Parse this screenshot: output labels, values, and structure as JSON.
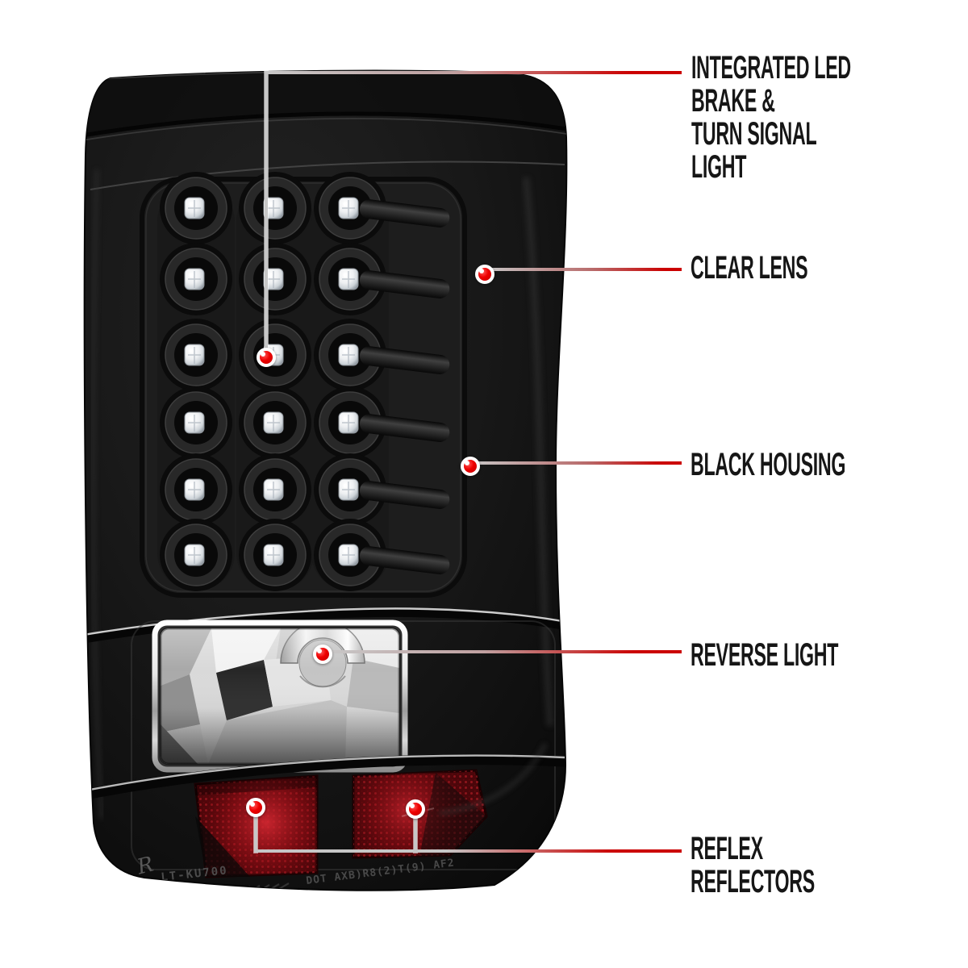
{
  "background": "#ffffff",
  "callouts": [
    {
      "id": "integrated-led",
      "label": "INTEGRATED LED BRAKE &\nTURN SIGNAL LIGHT"
    },
    {
      "id": "clear-lens",
      "label": "CLEAR LENS"
    },
    {
      "id": "black-housing",
      "label": "BLACK HOUSING"
    },
    {
      "id": "reverse-light",
      "label": "REVERSE LIGHT"
    },
    {
      "id": "reflex-reflectors",
      "label": "REFLEX REFLECTORS"
    }
  ],
  "colors": {
    "label_text": "#161616",
    "callout_line_red": "#cb0000",
    "callout_line_gray": "#c7c7c7",
    "callout_dot_red": "#ee0000",
    "housing_black": "#151515",
    "reflector_red": "#a01018",
    "chrome_silver": "#d8d8d8"
  },
  "product": {
    "kind": "led-tail-light",
    "markings": {
      "side_letter": "R",
      "part_number": "LT-KU700",
      "dot_code": "DOT AXB)R8(2)T(9) AF2"
    },
    "features": {
      "led_grid": {
        "rows": 6,
        "columns": 3
      },
      "reflector_count": 2
    }
  }
}
